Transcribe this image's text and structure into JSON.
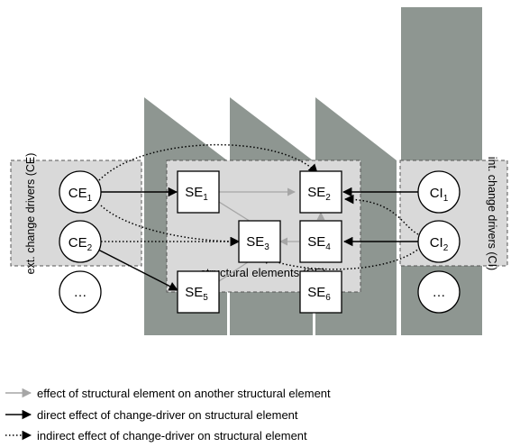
{
  "groups": {
    "ce": {
      "label": "ext. change drivers (CE)"
    },
    "se": {
      "label": "structural elements (SE)"
    },
    "ci": {
      "label": "int. change drivers (CI)"
    }
  },
  "nodes": {
    "ce1": {
      "base": "CE",
      "sub": "1"
    },
    "ce2": {
      "base": "CE",
      "sub": "2"
    },
    "ce3": {
      "base": "…",
      "sub": ""
    },
    "ci1": {
      "base": "CI",
      "sub": "1"
    },
    "ci2": {
      "base": "CI",
      "sub": "2"
    },
    "ci3": {
      "base": "…",
      "sub": ""
    },
    "se1": {
      "base": "SE",
      "sub": "1"
    },
    "se2": {
      "base": "SE",
      "sub": "2"
    },
    "se3": {
      "base": "SE",
      "sub": "3"
    },
    "se4": {
      "base": "SE",
      "sub": "4"
    },
    "se5": {
      "base": "SE",
      "sub": "5"
    },
    "se6": {
      "base": "SE",
      "sub": "6"
    }
  },
  "legend": [
    {
      "kind": "gray",
      "text": "effect of structural element on another structural element"
    },
    {
      "kind": "solid",
      "text": "direct effect of change-driver on structural element"
    },
    {
      "kind": "dotted",
      "text": "indirect effect of change-driver on structural element"
    }
  ],
  "colors": {
    "factory": "#8e9691",
    "panel": "#d9d9d9",
    "gray_arrow": "#a6a6a6",
    "black": "#000000"
  }
}
